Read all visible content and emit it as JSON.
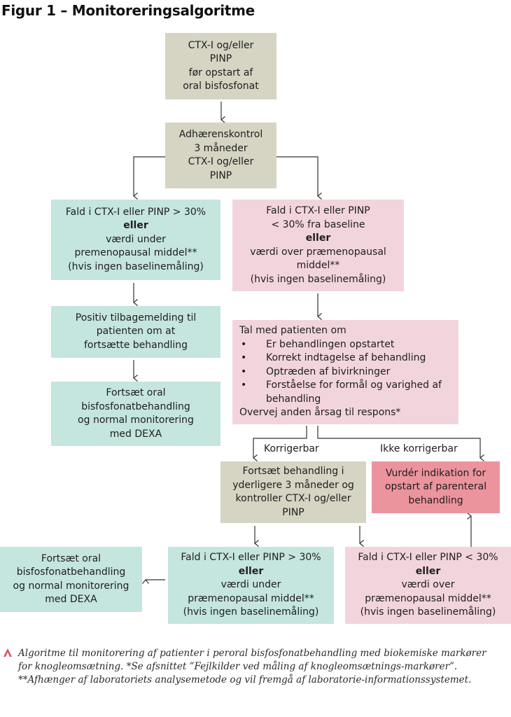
{
  "title": "Figur 1 – Monitoreringsalgoritme",
  "colors": {
    "beige": "#d6d4c3",
    "teal": "#c5e5df",
    "pink": "#f2d5dc",
    "red": "#ec949d",
    "caption_marker": "#e0505e"
  },
  "nodes": {
    "start": {
      "lines": [
        "CTX-I og/eller",
        "PINP",
        "før opstart af",
        "oral bisfosfonat"
      ]
    },
    "adherence": {
      "lines": [
        "Adhærenskontrol",
        "3 måneder",
        "CTX-I og/eller",
        "PINP"
      ]
    },
    "good_response": {
      "lines": [
        "Fald i CTX-I eller PINP > 30%",
        "eller",
        "værdi under",
        "premenopausal middel**",
        "(hvis ingen baselinemåling)"
      ]
    },
    "poor_response": {
      "lines": [
        "Fald i CTX-I eller PINP",
        "< 30% fra baseline",
        "eller",
        "værdi over præmenopausal",
        "middel**",
        "(hvis ingen baselinemåling)"
      ]
    },
    "positive_feedback": {
      "lines": [
        "Positiv tilbagemelding til",
        "patienten om at",
        "fortsætte behandling"
      ]
    },
    "talk_patient": {
      "heading": "Tal med patienten om",
      "items": [
        "Er behandlingen opstartet",
        "Korrekt indtagelse af behandling",
        "Optræden af bivirkninger",
        "Forståelse for formål og varighed af behandling"
      ],
      "footer": "Overvej anden årsag til respons*"
    },
    "continue_oral_1": {
      "lines": [
        "Fortsæt oral",
        "bisfosfonatbehandling",
        "og normal monitorering",
        "med DEXA"
      ]
    },
    "continue_3m": {
      "lines": [
        "Fortsæt behandling i",
        "yderligere 3 måneder og",
        "kontroller CTX-I og/eller",
        "PINP"
      ]
    },
    "parenteral": {
      "lines": [
        "Vurdér indikation for",
        "opstart af parenteral",
        "behandling"
      ]
    },
    "continue_oral_2": {
      "lines": [
        "Fortsæt oral",
        "bisfosfonatbehandling",
        "og normal monitorering",
        "med DEXA"
      ]
    },
    "good_response_2": {
      "lines": [
        "Fald i CTX-I eller PINP > 30%",
        "eller",
        "værdi under",
        "præmenopausal middel**",
        "(hvis ingen baselinemåling)"
      ]
    },
    "poor_response_2": {
      "lines": [
        "Fald i CTX-I eller PINP < 30%",
        "eller",
        "værdi over",
        "præmenopausal middel**",
        "(hvis ingen baselinemåling)"
      ]
    }
  },
  "edge_labels": {
    "correctable": "Korrigerbar",
    "not_correctable": "Ikke korrigerbar"
  },
  "caption": "Algoritme til monitorering af patienter i peroral bisfosfonatbehandling med biokemiske markører for knogleomsætning. *Se afsnittet ”Fejlkilder ved måling af knogleomsætnings-markører”. **Afhænger af laboratoriets analysemetode og vil fremgå af laboratorie-informationssystemet."
}
